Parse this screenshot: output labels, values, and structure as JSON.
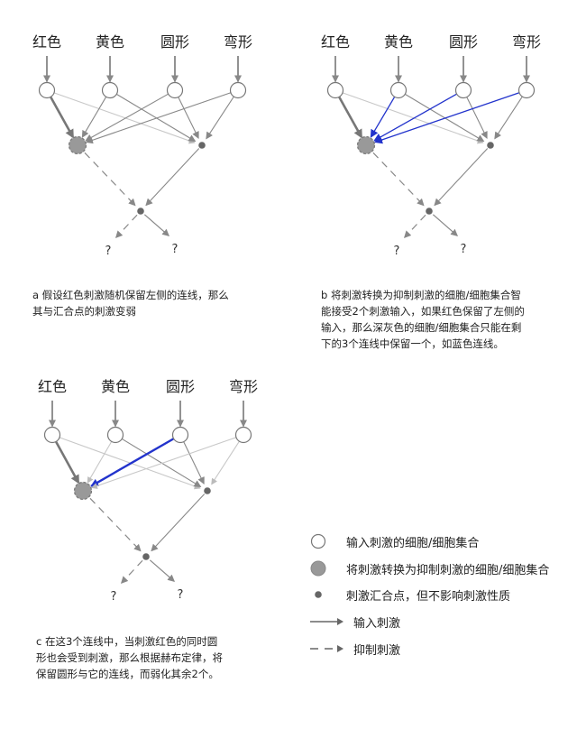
{
  "inputs": [
    "红色",
    "黄色",
    "圆形",
    "弯形"
  ],
  "question_mark": "?",
  "captions": {
    "a": "a 假设红色刺激随机保留左侧的连线，那么\n其与汇合点的刺激变弱",
    "b": "b 将刺激转换为抑制刺激的细胞/细胞集合智\n能接受2个刺激输入，如果红色保留了左侧的\n输入，那么深灰色的细胞/细胞集合只能在剩\n下的3个连线中保留一个，如蓝色连线。",
    "c": "c 在这3个连线中，当刺激红色的同时圆\n形也会受到刺激，那么根据赫布定律，将\n保留圆形与它的连线，而弱化其余2个。"
  },
  "legend": {
    "input_cell": "输入刺激的细胞/细胞集合",
    "inhibit_cell": "将刺激转换为抑制刺激的细胞/细胞集合",
    "junction": "刺激汇合点，但不影响刺激性质",
    "input_stim": "输入刺激",
    "inhibit_stim": "抑制刺激"
  },
  "colors": {
    "highlight": "#2233cc",
    "line_gray": "#888888",
    "line_light": "#c8c8c8",
    "dark_node": "#888888",
    "junction": "#666666"
  }
}
